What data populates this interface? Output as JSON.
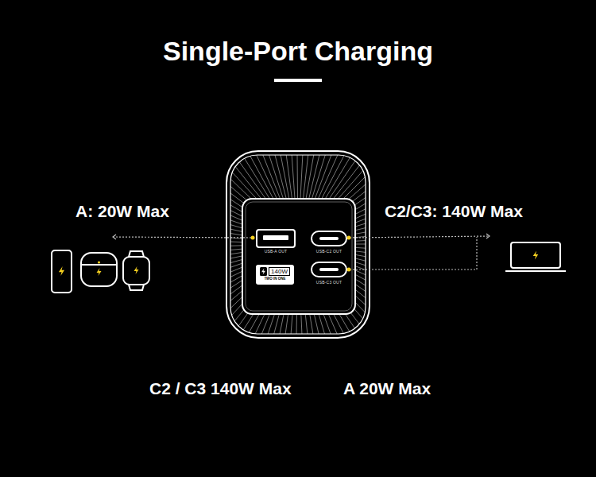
{
  "diagram": {
    "title": "Single-Port Charging",
    "nodes": [
      {
        "text": [
          "USB-A OUT"
        ]
      },
      {
        "text": [
          "USB-C2 OUT"
        ]
      },
      {
        "text": [
          "140W",
          "TWO IN ONE"
        ]
      },
      {
        "text": [
          "USB-C3 OUT"
        ]
      }
    ],
    "labels": [
      "A: 20W Max",
      "C2/C3: 140W Max",
      "C2 / C3 140W Max",
      "A 20W Max"
    ]
  }
}
